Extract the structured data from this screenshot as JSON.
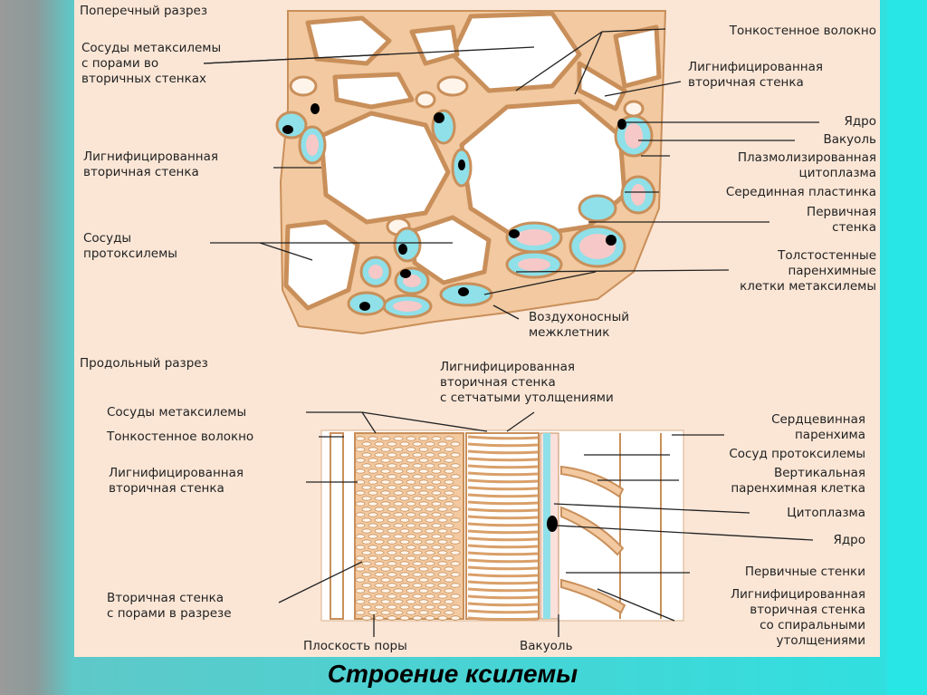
{
  "colors": {
    "panel": "#fbe6d6",
    "wall": "#e8b98c",
    "wall_stroke": "#c98f5a",
    "cyto": "#8fe0e8",
    "vacuole": "#f6c8c8",
    "nucleus": "#000000"
  },
  "caption": "Строение ксилемы",
  "cross_section": {
    "title": "Поперечный разрез",
    "labels": {
      "metaxylem_vessels": "Сосуды метаксилемы\nс порами во\nвторичных стенках",
      "lignified_wall_left": "Лигнифицированная\nвторичная стенка",
      "protoxylem_vessels": "Сосуды\nпротоксилемы",
      "thin_fiber": "Тонкостенное волокно",
      "lignified_wall_right": "Лигнифицированная\nвторичная стенка",
      "nucleus": "Ядро",
      "vacuole": "Вакуоль",
      "plasmolyzed": "Плазмолизированная\nцитоплазма",
      "middle_lamella": "Серединная пластинка",
      "primary_wall": "Первичная\nстенка",
      "parenchyma": "Толстостенные\nпаренхимные\nклетки метаксилемы",
      "air_space": "Воздухоносный\nмежклетник"
    }
  },
  "longitudinal_section": {
    "title": "Продольный разрез",
    "labels": {
      "reticulate_wall": "Лигнифицированная\nвторичная стенка\nс сетчатыми утолщениями",
      "metaxylem_vessels": "Сосуды метаксилемы",
      "thin_fiber": "Тонкостенное волокно",
      "lignified_wall": "Лигнифицированная\nвторичная стенка",
      "secondary_wall_pits": "Вторичная стенка\nс порами в разрезе",
      "pit_plane": "Плоскость поры",
      "vacuole": "Вакуоль",
      "pith_parenchyma": "Сердцевинная\nпаренхима",
      "protoxylem_vessel": "Сосуд протоксилемы",
      "vertical_parenchyma": "Вертикальная\nпаренхимная клетка",
      "cytoplasm": "Цитоплазма",
      "nucleus": "Ядро",
      "primary_walls": "Первичные стенки",
      "spiral_wall": "Лигнифицированная\nвторичная стенка\nсо спиральными\nутолщениями"
    }
  }
}
